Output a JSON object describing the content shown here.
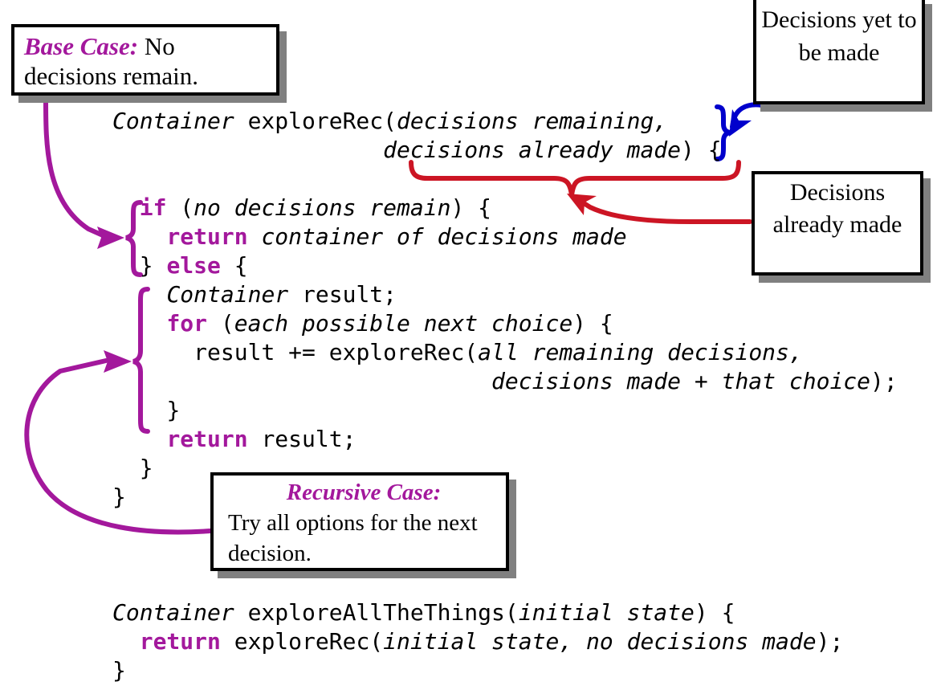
{
  "colors": {
    "purple": "#A3189C",
    "red": "#CC1524",
    "blue": "#0000CC",
    "black": "#000000",
    "shadow": "#808080",
    "background": "#FFFFFF"
  },
  "callouts": {
    "base_case": {
      "lead": "Base Case:",
      "body": " No decisions remain."
    },
    "decisions_yet": {
      "text": "Decisions yet to be made"
    },
    "decisions_already": {
      "text": "Decisions already made"
    },
    "recursive_case": {
      "lead": "Recursive Case:",
      "body": "Try all options for the next decision."
    }
  },
  "code": {
    "signature": {
      "line1_type": "Container",
      "line1_name": " exploreRec(",
      "line1_params": "decisions remaining,",
      "line2_params": "decisions already made",
      "line2_tail": ") {"
    },
    "body": {
      "l1_kw": "if",
      "l1_open": " (",
      "l1_cond": "no decisions remain",
      "l1_close": ") {",
      "l2_kw": "return",
      "l2_expr": " container of decisions made",
      "l3_brace": "} ",
      "l3_kw": "else",
      "l3_open": " {",
      "l4_type": "Container",
      "l4_rest": " result;",
      "l5_kw": "for",
      "l5_open": " (",
      "l5_cond": "each possible next choice",
      "l5_close": ") {",
      "l6_call": "result += exploreRec(",
      "l6_arg": "all remaining decisions,",
      "l7_arg": "decisions made + that choice",
      "l7_tail": ");",
      "l8_brace": "}",
      "l9_kw": "return",
      "l9_rest": " result;",
      "l10_brace": "}",
      "l11_brace": "}"
    },
    "tail": {
      "l1_type": "Container",
      "l1_name": " exploreAllTheThings(",
      "l1_arg": "initial state",
      "l1_close": ") {",
      "l2_kw": "return",
      "l2_call": " exploreRec(",
      "l2_arg": "initial state, no decisions made",
      "l2_close": ");",
      "l3_brace": "}"
    }
  },
  "annotations": {
    "blue_brace_label": "brace-around-decisions-remaining",
    "red_brace_label": "brace-under-decisions-already-made",
    "purple_brace_base_label": "brace-around-base-case-block",
    "purple_brace_recursive_label": "brace-around-recursive-block"
  }
}
